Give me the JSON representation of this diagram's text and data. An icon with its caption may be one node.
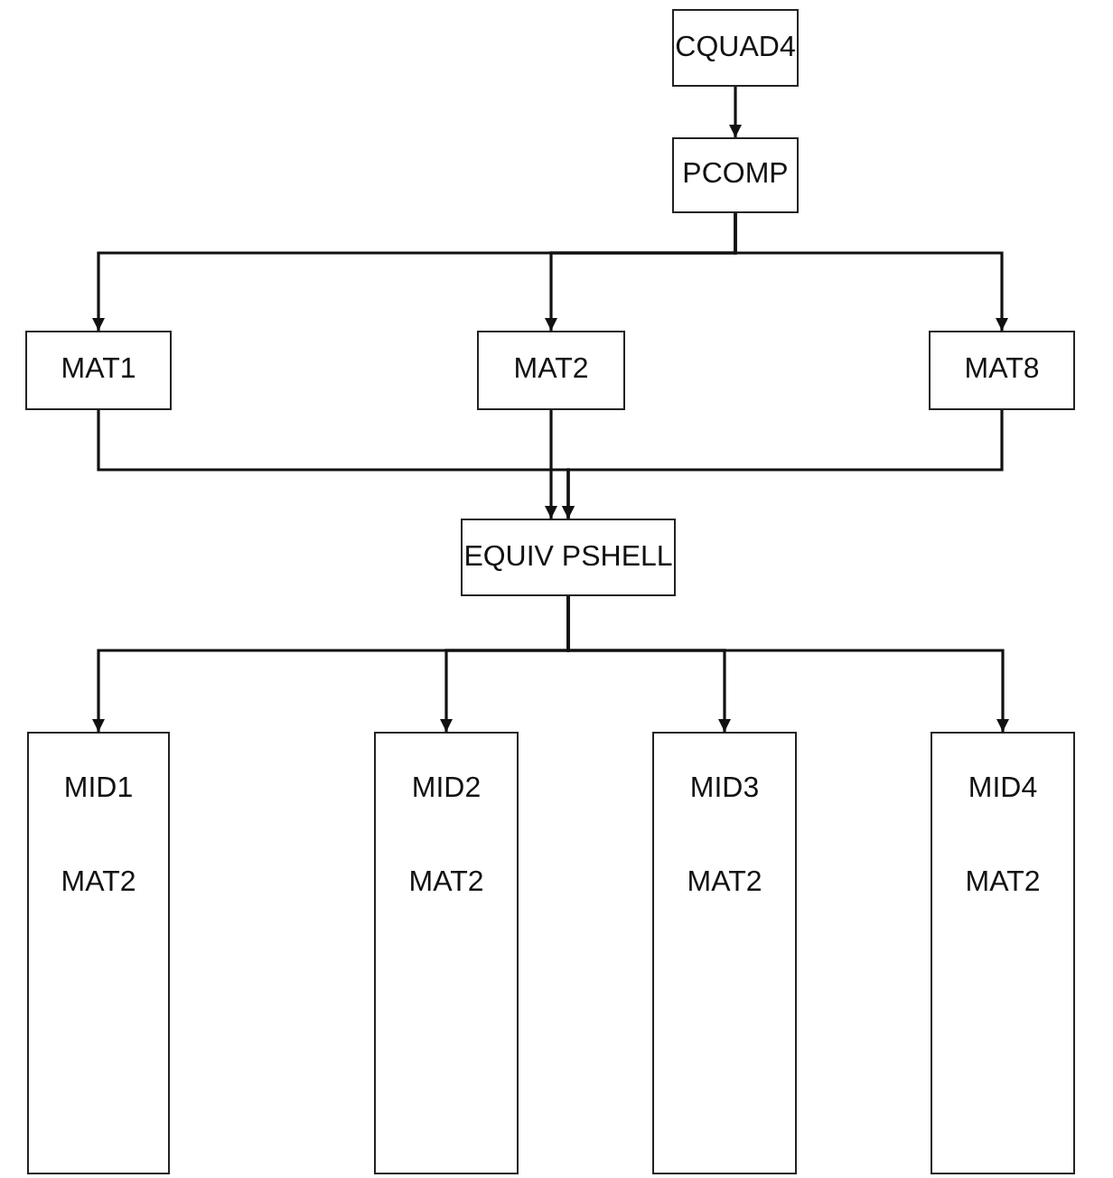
{
  "diagram": {
    "nodes": [
      {
        "text": [
          "CQUAD4"
        ]
      },
      {
        "text": [
          "PCOMP"
        ]
      },
      {
        "text": [
          "MAT1"
        ]
      },
      {
        "text": [
          "MAT2"
        ]
      },
      {
        "text": [
          "MAT8"
        ]
      },
      {
        "text": [
          "EQUIV PSHELL"
        ]
      },
      {
        "text": [
          "MID1",
          "MAT2"
        ]
      },
      {
        "text": [
          "MID2",
          "MAT2"
        ]
      },
      {
        "text": [
          "MID3",
          "MAT2"
        ]
      },
      {
        "text": [
          "MID4",
          "MAT2"
        ]
      }
    ],
    "edges": [
      {
        "from": 0,
        "to": 1,
        "arrow": "to"
      },
      {
        "from": 1,
        "to": 2,
        "arrow": "to"
      },
      {
        "from": 1,
        "to": 3,
        "arrow": "to"
      },
      {
        "from": 1,
        "to": 4,
        "arrow": "to"
      },
      {
        "from": 2,
        "to": 5,
        "arrow": "to"
      },
      {
        "from": 3,
        "to": 5,
        "arrow": "to"
      },
      {
        "from": 4,
        "to": 5,
        "arrow": "to"
      },
      {
        "from": 5,
        "to": 6,
        "arrow": "to"
      },
      {
        "from": 5,
        "to": 7,
        "arrow": "to"
      },
      {
        "from": 5,
        "to": 8,
        "arrow": "to"
      },
      {
        "from": 5,
        "to": 9,
        "arrow": "to"
      }
    ]
  }
}
